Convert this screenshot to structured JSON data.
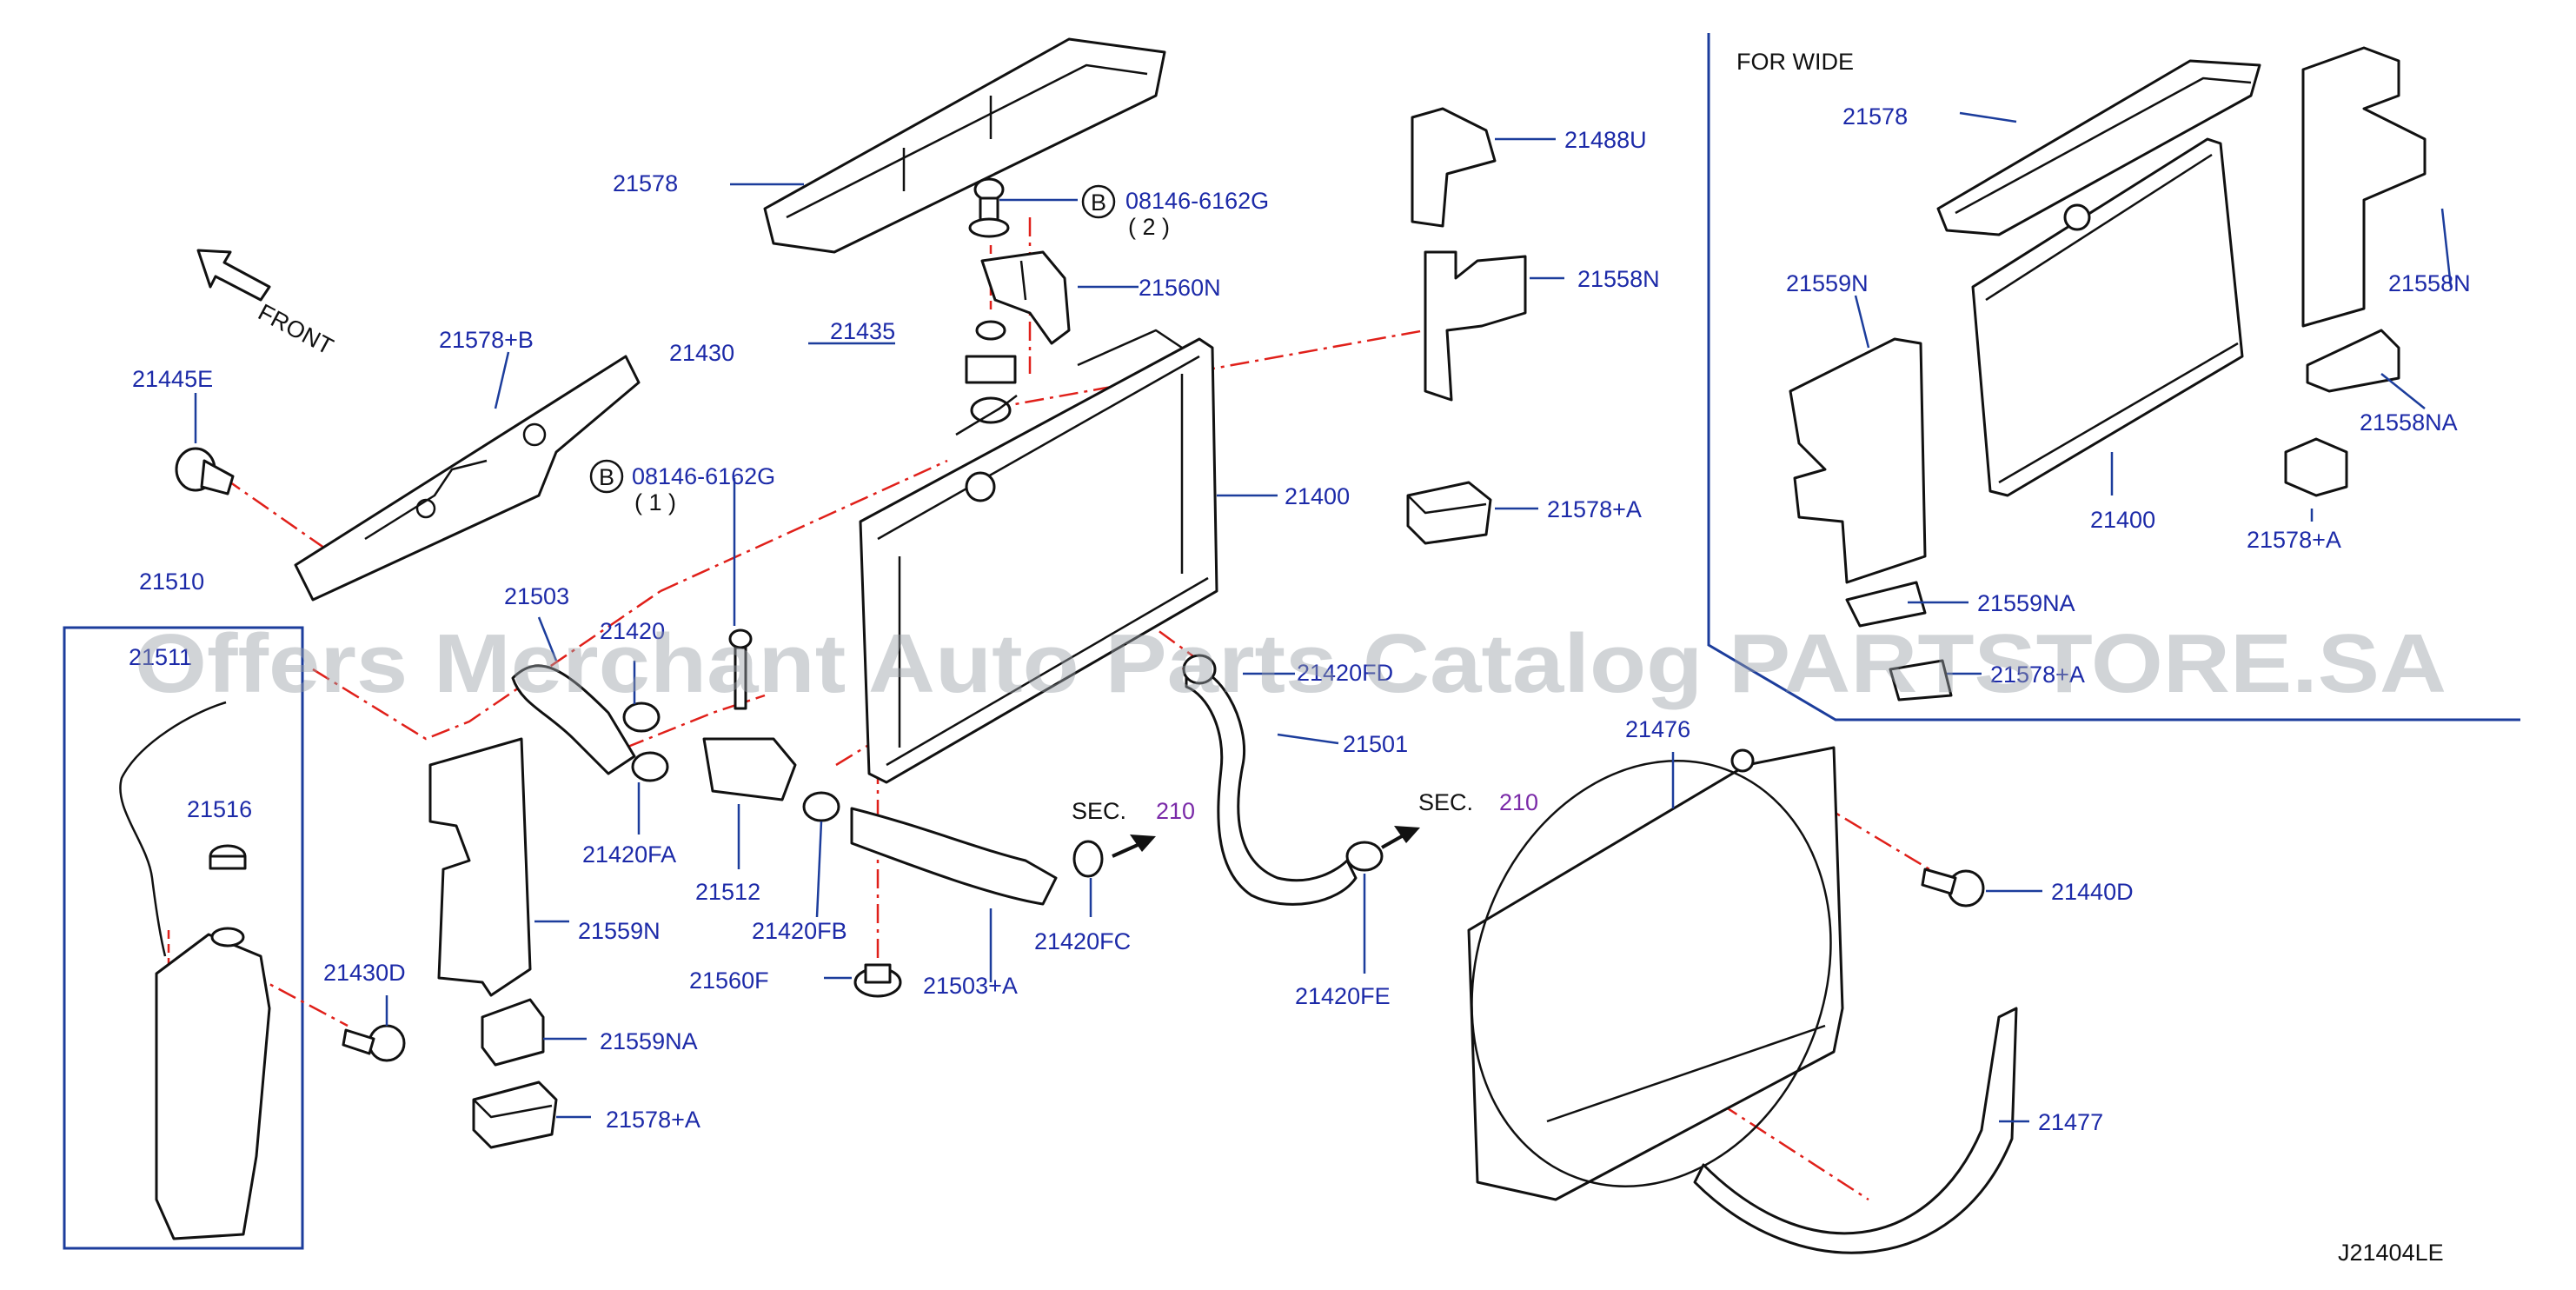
{
  "watermark": "Offers Merchant Auto Parts Catalog PARTSTORE.SA",
  "diagram_code": "J21404LE",
  "front_label": "FRONT",
  "wide_header": "FOR WIDE",
  "sec_prefix": "SEC.",
  "sec_number": "210",
  "bolt_prefix": "B",
  "labels": {
    "p21578": "21578",
    "p21578b": "21578+B",
    "p21445e": "21445E",
    "p21430": "21430",
    "p21435": "21435",
    "bolt2_part": "08146-6162G",
    "bolt2_qty": "( 2 )",
    "bolt1_part": "08146-6162G",
    "bolt1_qty": "( 1 )",
    "p21560n": "21560N",
    "p21488u": "21488U",
    "p21558n": "21558N",
    "p21400": "21400",
    "p21578a": "21578+A",
    "p21510": "21510",
    "p21511": "21511",
    "p21516": "21516",
    "p21430d": "21430D",
    "p21503": "21503",
    "p21420": "21420",
    "p21420fa": "21420FA",
    "p21512": "21512",
    "p21420fb": "21420FB",
    "p21559n": "21559N",
    "p21559na": "21559NA",
    "p21578a_2": "21578+A",
    "p21560f": "21560F",
    "p21503a": "21503+A",
    "p21420fc": "21420FC",
    "p21420fd": "21420FD",
    "p21501": "21501",
    "p21420fe": "21420FE",
    "p21476": "21476",
    "p21440d": "21440D",
    "p21477": "21477",
    "w21578": "21578",
    "w21559n": "21559N",
    "w21558n": "21558N",
    "w21558na": "21558NA",
    "w21400": "21400",
    "w21578a": "21578+A",
    "w21559na": "21559NA",
    "w21578a_2": "21578+A"
  }
}
